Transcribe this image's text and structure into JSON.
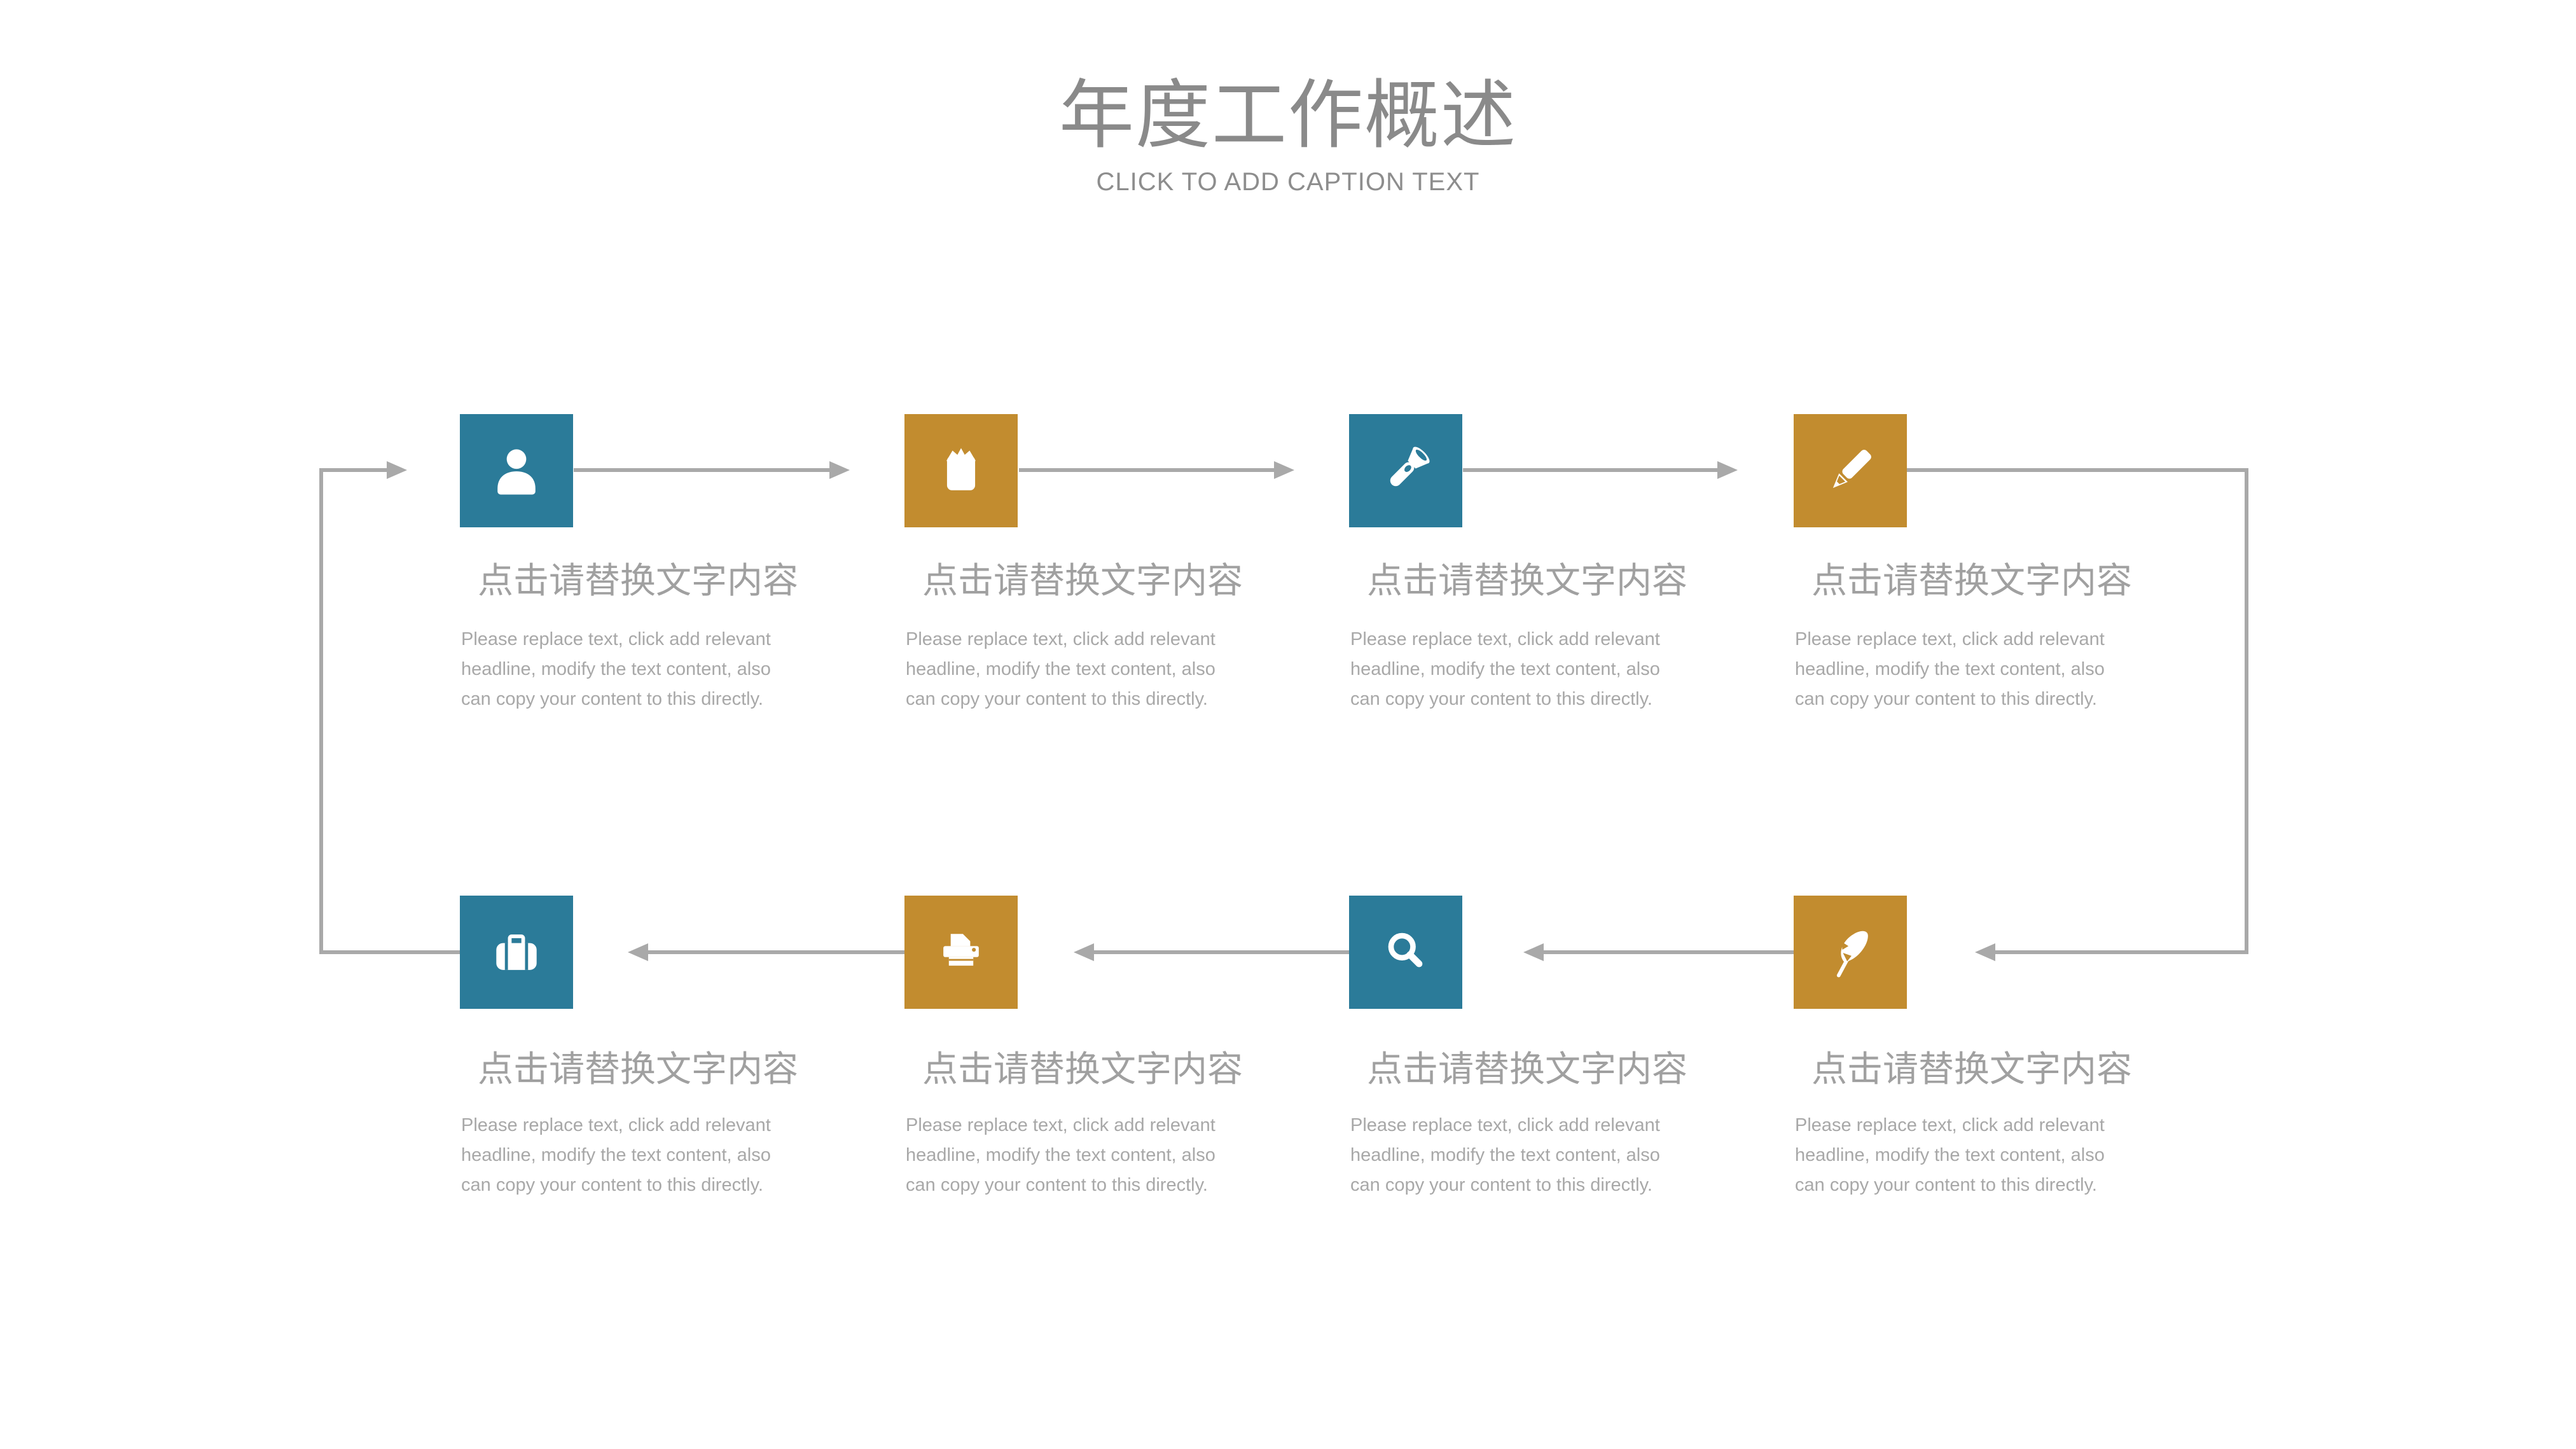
{
  "slide": {
    "title": "年度工作概述",
    "subtitle": "CLICK TO ADD CAPTION TEXT",
    "background": "#ffffff"
  },
  "palette": {
    "teal": "#2b7b99",
    "orange": "#c28c2f",
    "connector_gray": "#a9a9a9",
    "title_text": "#8a8a8a",
    "subtitle_text": "#8d8d8d",
    "heading_text": "#a0a0a0",
    "body_text": "#a8a8a8"
  },
  "flow": {
    "direction": "clockwise-loop",
    "top_row_arrows": "left-to-right",
    "bottom_row_arrows": "right-to-left"
  },
  "items": [
    {
      "icon": "user-icon",
      "tile_color": "teal",
      "heading": "点击请替换文字内容",
      "body_lines": [
        "Please replace text, click add relevant",
        "headline, modify the text content, also",
        "can copy your content to this directly."
      ]
    },
    {
      "icon": "clipboard-icon",
      "tile_color": "orange",
      "heading": "点击请替换文字内容",
      "body_lines": [
        "Please replace text, click add relevant",
        "headline, modify the text content, also",
        "can copy your content to this directly."
      ]
    },
    {
      "icon": "flashlight-icon",
      "tile_color": "teal",
      "heading": "点击请替换文字内容",
      "body_lines": [
        "Please replace text, click add relevant",
        "headline, modify the text content, also",
        "can copy your content to this directly."
      ]
    },
    {
      "icon": "pencil-icon",
      "tile_color": "orange",
      "heading": "点击请替换文字内容",
      "body_lines": [
        "Please replace text, click add relevant",
        "headline, modify the text content, also",
        "can copy your content to this directly."
      ]
    },
    {
      "icon": "briefcase-icon",
      "tile_color": "teal",
      "heading": "点击请替换文字内容",
      "body_lines": [
        "Please replace text, click add relevant",
        "headline, modify the text content, also",
        "can copy your content to this directly."
      ]
    },
    {
      "icon": "printer-icon",
      "tile_color": "orange",
      "heading": "点击请替换文字内容",
      "body_lines": [
        "Please replace text, click add relevant",
        "headline, modify the text content, also",
        "can copy your content to this directly."
      ]
    },
    {
      "icon": "magnifier-icon",
      "tile_color": "teal",
      "heading": "点击请替换文字内容",
      "body_lines": [
        "Please replace text, click add relevant",
        "headline, modify the text content, also",
        "can copy your content to this directly."
      ]
    },
    {
      "icon": "feather-icon",
      "tile_color": "orange",
      "heading": "点击请替换文字内容",
      "body_lines": [
        "Please replace text, click add relevant",
        "headline, modify the text content, also",
        "can copy your content to this directly."
      ]
    }
  ]
}
